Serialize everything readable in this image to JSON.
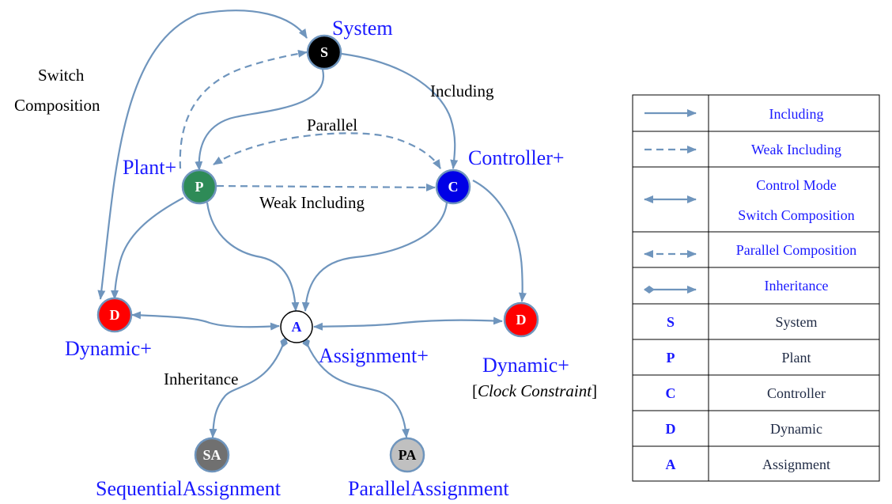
{
  "colors": {
    "edge": "#6f95bd",
    "label_blue": "#1a1aff",
    "system": "#000000",
    "plant": "#2e8b57",
    "controller": "#0000e6",
    "dynamic": "#ff0000",
    "assignment": "#ffffff",
    "sequential": "#707070",
    "parallel": "#c0c0c0"
  },
  "nodes": {
    "system": {
      "letter": "S",
      "name": "System"
    },
    "plant": {
      "letter": "P",
      "name": "Plant+"
    },
    "controller": {
      "letter": "C",
      "name": "Controller+"
    },
    "dynamic_left": {
      "letter": "D",
      "name": "Dynamic+"
    },
    "assignment": {
      "letter": "A",
      "name": "Assignment+"
    },
    "dynamic_right": {
      "letter": "D",
      "name": "Dynamic+",
      "constraint_open": "[",
      "constraint": "Clock Constraint",
      "constraint_close": "]"
    },
    "sequential": {
      "letter": "SA",
      "name": "SequentialAssignment"
    },
    "parallel": {
      "letter": "PA",
      "name": "ParallelAssignment"
    }
  },
  "edge_labels": {
    "switch_line1": "Switch",
    "switch_line2": "Composition",
    "including": "Including",
    "parallel": "Parallel",
    "weak_including": "Weak Including",
    "inheritance": "Inheritance"
  },
  "legend": {
    "rows": [
      {
        "label": "Including"
      },
      {
        "label": "Weak Including"
      },
      {
        "label_line1": "Control Mode",
        "label_line2": "Switch Composition"
      },
      {
        "label": "Parallel Composition"
      },
      {
        "label": "Inheritance"
      },
      {
        "key": "S",
        "label": "System"
      },
      {
        "key": "P",
        "label": "Plant"
      },
      {
        "key": "C",
        "label": "Controller"
      },
      {
        "key": "D",
        "label": "Dynamic"
      },
      {
        "key": "A",
        "label": "Assignment"
      }
    ]
  }
}
